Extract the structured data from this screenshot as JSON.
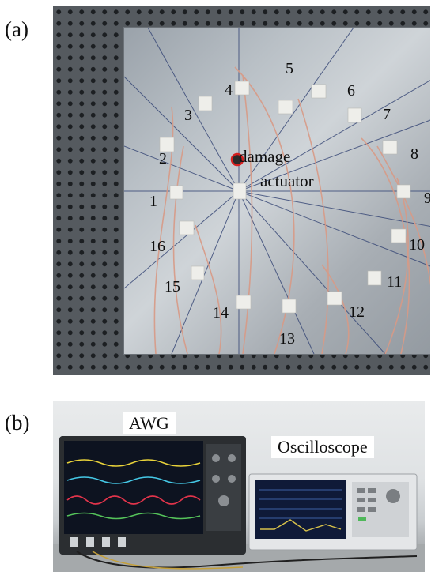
{
  "panel_a": {
    "label": "(a)",
    "annotations": {
      "damage": "damage",
      "actuator": "actuator"
    },
    "sensors": [
      "1",
      "2",
      "3",
      "4",
      "5",
      "6",
      "7",
      "8",
      "9",
      "10",
      "11",
      "12",
      "13",
      "14",
      "15",
      "16"
    ]
  },
  "panel_b": {
    "label": "(b)",
    "awg_label": "AWG",
    "oscilloscope_label": "Oscilloscope"
  }
}
